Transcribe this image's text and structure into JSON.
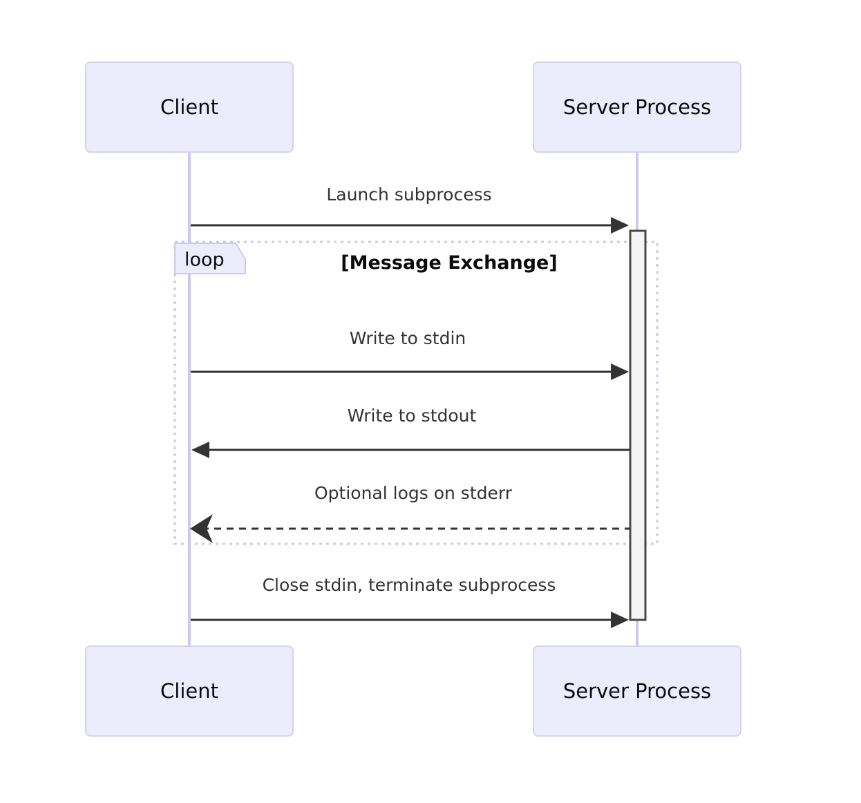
{
  "diagram": {
    "type": "sequence-diagram",
    "background_color": "#ffffff",
    "participants": [
      {
        "id": "client",
        "label": "Client"
      },
      {
        "id": "server",
        "label": "Server Process"
      }
    ],
    "colors": {
      "actor_fill": "#ececfd",
      "actor_stroke": "#d6d2e8",
      "lifeline": "#cfc8e8",
      "activation_fill": "#f4f4f4",
      "activation_stroke": "#4a4a4a",
      "message_line": "#333333",
      "loop_frame": "#cfc8e8",
      "text": "#0b0b0b"
    },
    "top_actors": [
      {
        "label": "Client"
      },
      {
        "label": "Server Process"
      }
    ],
    "bottom_actors": [
      {
        "label": "Client"
      },
      {
        "label": "Server Process"
      }
    ],
    "messages": [
      {
        "label": "Launch subprocess",
        "from": "client",
        "to": "server",
        "direction": "right",
        "style": "solid",
        "arrowhead": "filled"
      },
      {
        "label": "Write to stdin",
        "from": "client",
        "to": "server",
        "direction": "right",
        "style": "solid",
        "arrowhead": "filled"
      },
      {
        "label": "Write to stdout",
        "from": "server",
        "to": "client",
        "direction": "left",
        "style": "solid",
        "arrowhead": "filled"
      },
      {
        "label": "Optional logs on stderr",
        "from": "server",
        "to": "client",
        "direction": "left",
        "style": "dashed",
        "arrowhead": "open"
      },
      {
        "label": "Close stdin, terminate subprocess",
        "from": "client",
        "to": "server",
        "direction": "right",
        "style": "solid",
        "arrowhead": "filled"
      }
    ],
    "fragment": {
      "kind": "loop",
      "tag_label": "loop",
      "title": "[Message Exchange]",
      "contains": [
        "Write to stdin",
        "Write to stdout",
        "Optional logs on stderr"
      ]
    }
  }
}
